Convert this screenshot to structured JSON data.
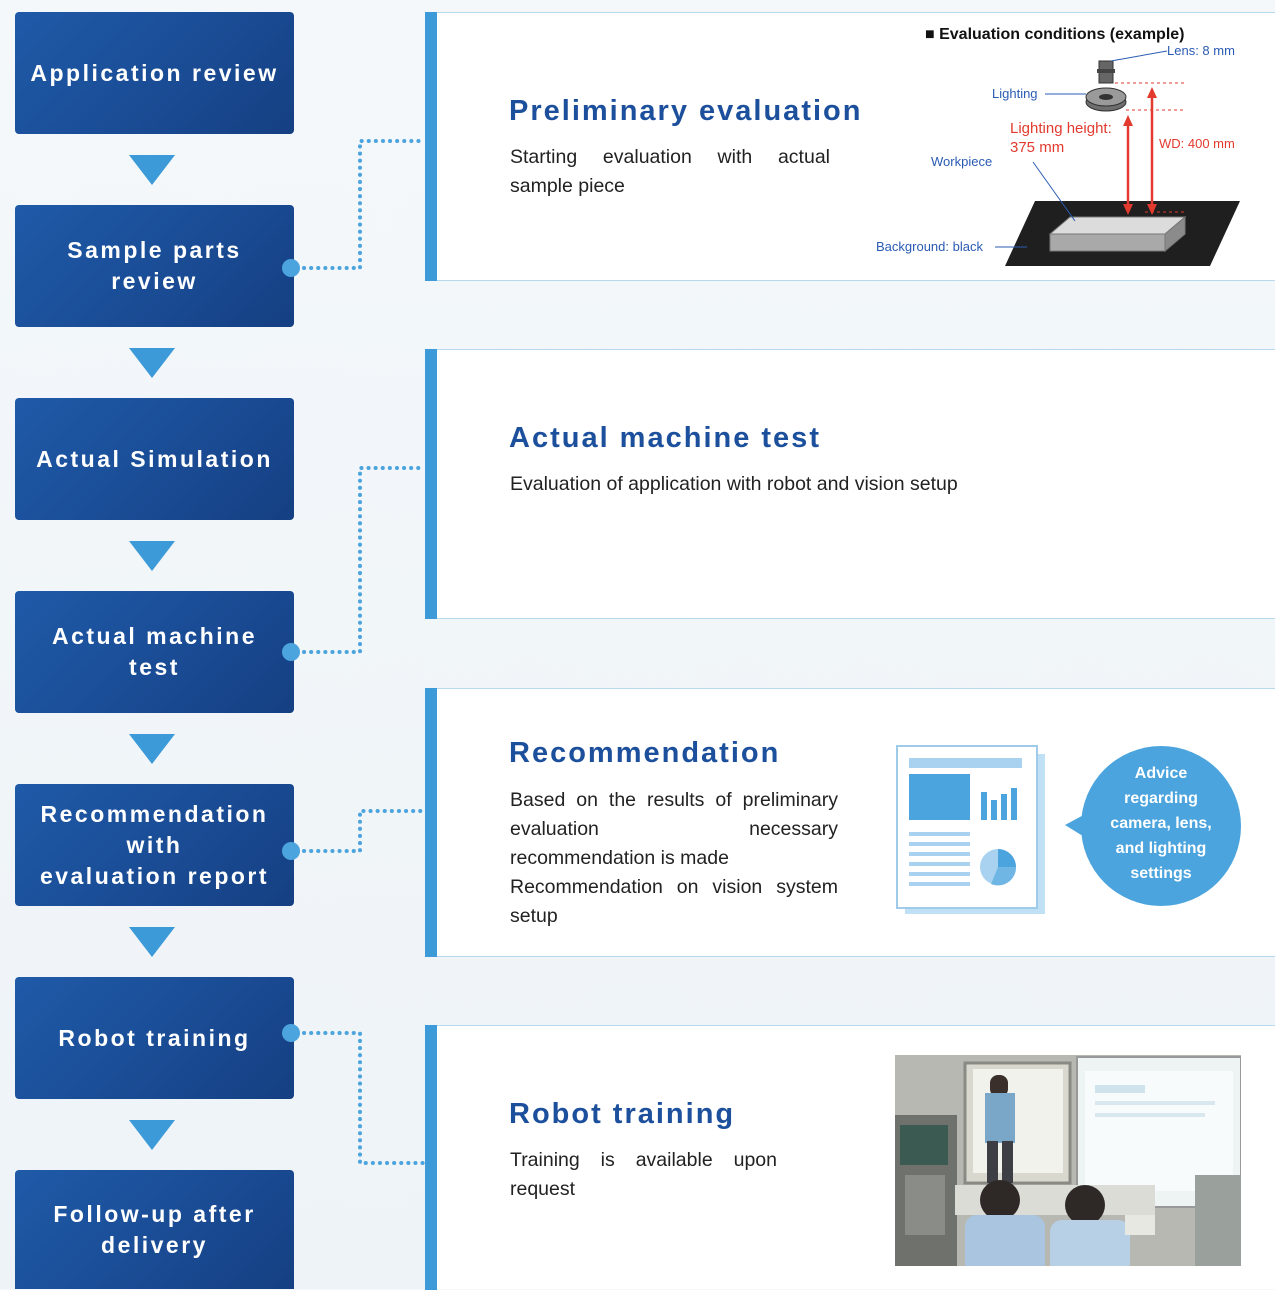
{
  "steps": [
    {
      "label": "Application review"
    },
    {
      "label": "Sample parts\nreview"
    },
    {
      "label": "Actual Simulation"
    },
    {
      "label": "Actual machine\ntest"
    },
    {
      "label": "Recommendation\nwith\nevaluation report"
    },
    {
      "label": "Robot training"
    },
    {
      "label": "Follow-up after\ndelivery"
    }
  ],
  "panels": {
    "preliminary": {
      "title": "Preliminary evaluation",
      "desc": "Starting evaluation with actual sample piece"
    },
    "actual_machine": {
      "title": "Actual machine test",
      "desc": "Evaluation of application with robot and vision setup"
    },
    "recommendation": {
      "title": "Recommendation",
      "desc_1": "Based on the results of preliminary evaluation necessary recommendation is made",
      "desc_2": "Recommendation on vision system setup"
    },
    "robot_training": {
      "title": "Robot training",
      "desc": "Training is available upon request"
    }
  },
  "evaluation_diagram": {
    "heading": "■ Evaluation conditions (example)",
    "lens": "Lens: 8 mm",
    "lighting": "Lighting",
    "lighting_height_1": "Lighting height:",
    "lighting_height_2": "375 mm",
    "wd": "WD: 400 mm",
    "workpiece": "Workpiece",
    "background": "Background: black"
  },
  "advice_bubble": {
    "line1": "Advice",
    "line2": "regarding",
    "line3": "camera, lens,",
    "line4": "and lighting",
    "line5": "settings"
  },
  "colors": {
    "step_blue": "#1a4c95",
    "accent_blue": "#3d9ad8",
    "title_blue": "#1c4f9c",
    "dim_red": "#e23a2e"
  }
}
